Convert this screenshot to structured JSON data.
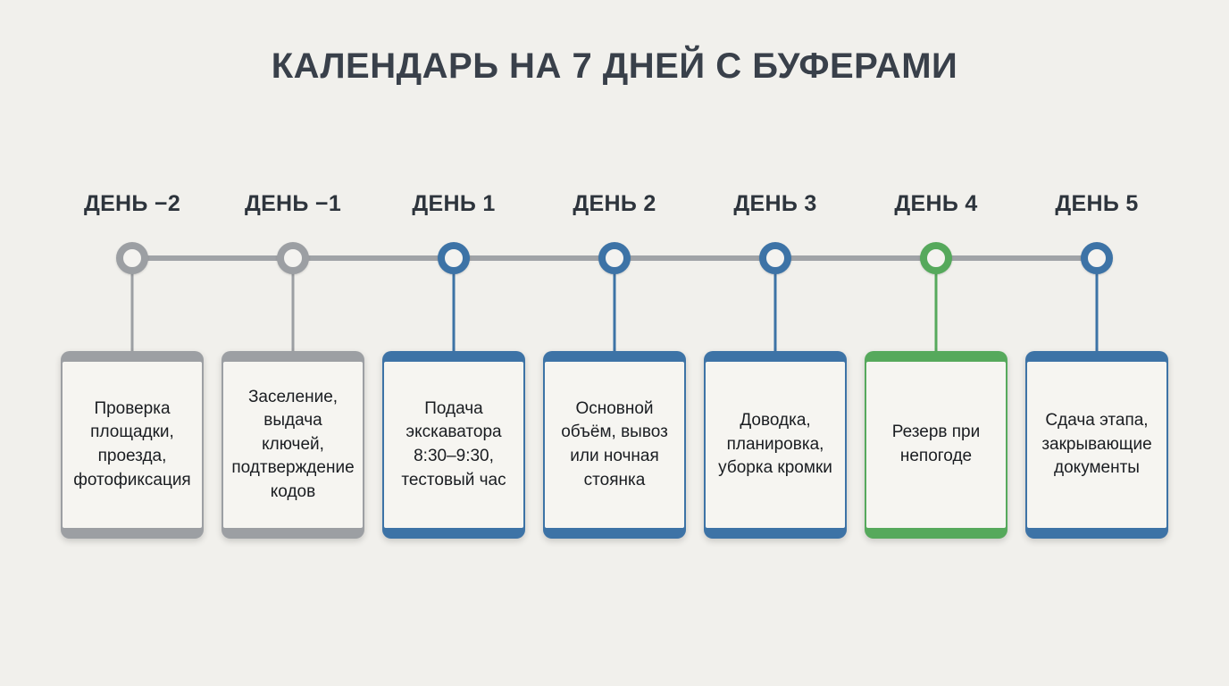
{
  "title": "КАЛЕНДАРЬ НА 7 ДНЕЙ С БУФЕРАМИ",
  "colors": {
    "gray": "#9c9fa3",
    "blue": "#3d73a6",
    "green": "#56a95c",
    "axis": "#a0a3a7",
    "background": "#f1f0ec",
    "title_text": "#39404a",
    "card_text": "#1a1d21"
  },
  "timeline": {
    "days": [
      {
        "label": "ДЕНЬ −2",
        "color": "gray",
        "card": "Проверка площадки, проезда, фотофиксация"
      },
      {
        "label": "ДЕНЬ −1",
        "color": "gray",
        "card": "Заселение, выдача ключей, подтверждение кодов"
      },
      {
        "label": "ДЕНЬ 1",
        "color": "blue",
        "card": "Подача экскаватора 8:30–9:30, тестовый час"
      },
      {
        "label": "ДЕНЬ 2",
        "color": "blue",
        "card": "Основной объём, вывоз или ночная стоянка"
      },
      {
        "label": "ДЕНЬ 3",
        "color": "blue",
        "card": "Доводка, планировка, уборка кромки"
      },
      {
        "label": "ДЕНЬ 4",
        "color": "green",
        "card": "Резерв при непогоде"
      },
      {
        "label": "ДЕНЬ 5",
        "color": "blue",
        "card": "Сдача этапа, закрывающие документы"
      }
    ]
  }
}
